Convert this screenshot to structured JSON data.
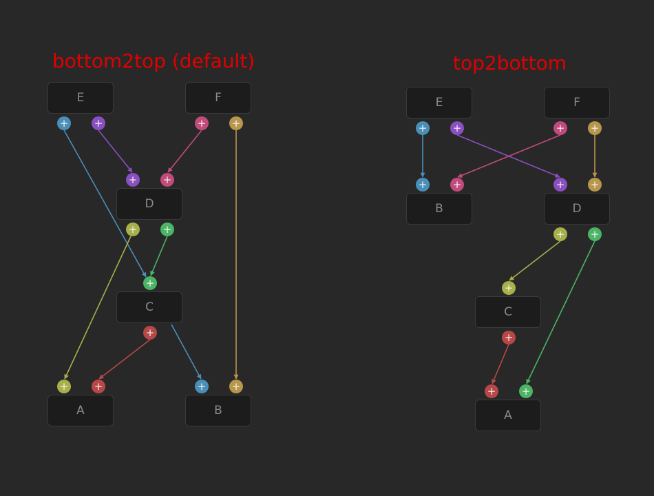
{
  "colors": {
    "blue": "#4a8fb8",
    "purple": "#8a4fc0",
    "pink": "#c24b7c",
    "gold": "#b8964a",
    "olive": "#a8b04a",
    "green": "#4bb565",
    "red": "#b84848"
  },
  "port_symbol": "+",
  "left_diagram": {
    "title": "bottom2top (default)",
    "nodes": {
      "E": "E",
      "F": "F",
      "D": "D",
      "C": "C",
      "A": "A",
      "B": "B"
    }
  },
  "right_diagram": {
    "title": "top2bottom",
    "nodes": {
      "E": "E",
      "F": "F",
      "B": "B",
      "D": "D",
      "C": "C",
      "A": "A"
    }
  }
}
